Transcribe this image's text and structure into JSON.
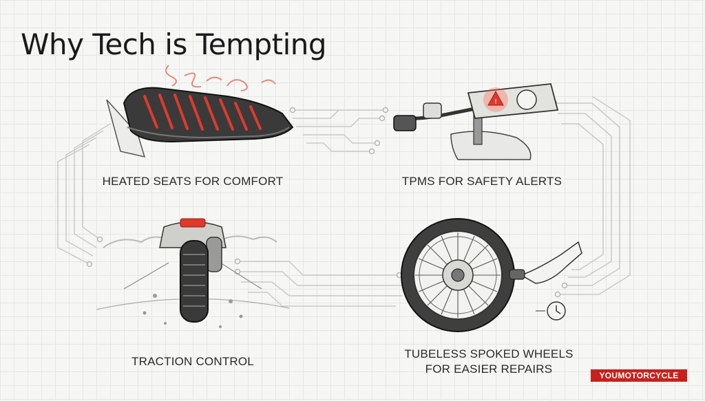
{
  "title": "Why Tech is Tempting",
  "features": [
    {
      "id": "heated-seats",
      "caption": "HEATED SEATS FOR COMFORT"
    },
    {
      "id": "tpms",
      "caption": "TPMS FOR SAFETY ALERTS"
    },
    {
      "id": "traction-control",
      "caption": "TRACTION CONTROL"
    },
    {
      "id": "tubeless-spoked-wheels",
      "caption_lines": [
        "TUBELESS SPOKED WHEELS",
        "FOR EASIER REPAIRS"
      ]
    }
  ],
  "brand": {
    "text": "YOUMOTORCYCLE",
    "color": "#c8211c"
  },
  "colors": {
    "ink": "#2a2a2a",
    "accent": "#e0392c",
    "circuit": "#c9c9c6"
  }
}
